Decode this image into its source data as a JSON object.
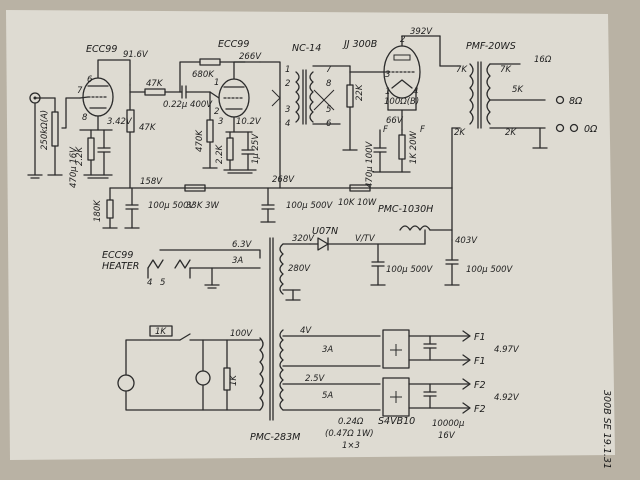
{
  "tubes": {
    "v1": "ECC99",
    "v2": "ECC99",
    "v3": "JJ 300B"
  },
  "transformers": {
    "interstage": "NC-14",
    "output": "PMF-20WS",
    "choke": "PMC-1030H",
    "power": "PMC-283M",
    "power_label": "U07N",
    "filament_bridge": "S4VB10"
  },
  "voltages": {
    "v1_plate": "91.6V",
    "v1_cathode": "3.42V",
    "v2_plate": "266V",
    "v2_cathode": "10.2V",
    "v3_plate": "392V",
    "v3_bias": "66V",
    "b_line_1": "158V",
    "b_line_2": "268V",
    "b_line_3": "403V",
    "rect_out": "V/TV",
    "ac_plate": "320V",
    "ac_mid": "280V",
    "ac_mains": "100V",
    "heater_v": "6.3V",
    "heater_i": "3A",
    "f1_v": "4V",
    "f1_i": "3A",
    "f1_out": "4.97V",
    "f2_v": "2.5V",
    "f2_i": "5A",
    "f2_out": "4.92V"
  },
  "components": {
    "vol_pot": "250kΩ(A)",
    "r_grid": "8",
    "r_k1": "2.2K",
    "c_k1": "470μ 16V",
    "r_47k_a": "47K",
    "r_47k_b": "47K",
    "r_680k": "680K",
    "c_coupling": "0.22μ 400V",
    "r_470k": "470K",
    "r_k2": "2.2K",
    "c_k2": "1μ 25V",
    "r_grid3": "22K",
    "r_100k": "100Ω(B)",
    "r_1k20w": "1K 20W",
    "c_470_100": "470μ 100V",
    "r_180k": "180K",
    "c_100_500_a": "100μ 500V",
    "r_33k3w": "33K 3W",
    "c_100_500_b": "100μ 500V",
    "r_10k10w": "10K 10W",
    "c_100_500_c": "100μ 500V",
    "c_100_500_d": "100μ 500V",
    "r_lamp": "1K",
    "r_mains": "1K",
    "r_dropper": "0.24Ω",
    "r_dropper_spec": "(0.47Ω 1W)",
    "r_dropper_qty": "1×3",
    "c_filter": "10000μ",
    "c_filter_v": "16V"
  },
  "pins": {
    "p6": "6",
    "p7": "7",
    "p8": "8",
    "p1": "1",
    "p2": "2",
    "p3": "3",
    "n1": "1",
    "n2": "2",
    "n3": "3",
    "n4": "4",
    "n5": "5",
    "n6": "6",
    "n7": "7",
    "n8": "8",
    "t1": "1",
    "t2": "2",
    "t3": "3",
    "t4": "4",
    "f_left": "F",
    "f_right": "F",
    "h4": "4",
    "h5": "5",
    "out_7k": "7K",
    "out_5k": "5K",
    "out_2k": "2K"
  },
  "speaker": {
    "imp_16": "16Ω",
    "imp_8": "8Ω",
    "gnd": "0Ω"
  },
  "heater_label": "ECC99\nHEATER",
  "heater_line1": "ECC99",
  "heater_line2": "HEATER",
  "outputs": {
    "f1_a": "F1",
    "f1_b": "F1",
    "f2_a": "F2",
    "f2_b": "F2"
  },
  "side_note": "300B SE 19.1.31"
}
